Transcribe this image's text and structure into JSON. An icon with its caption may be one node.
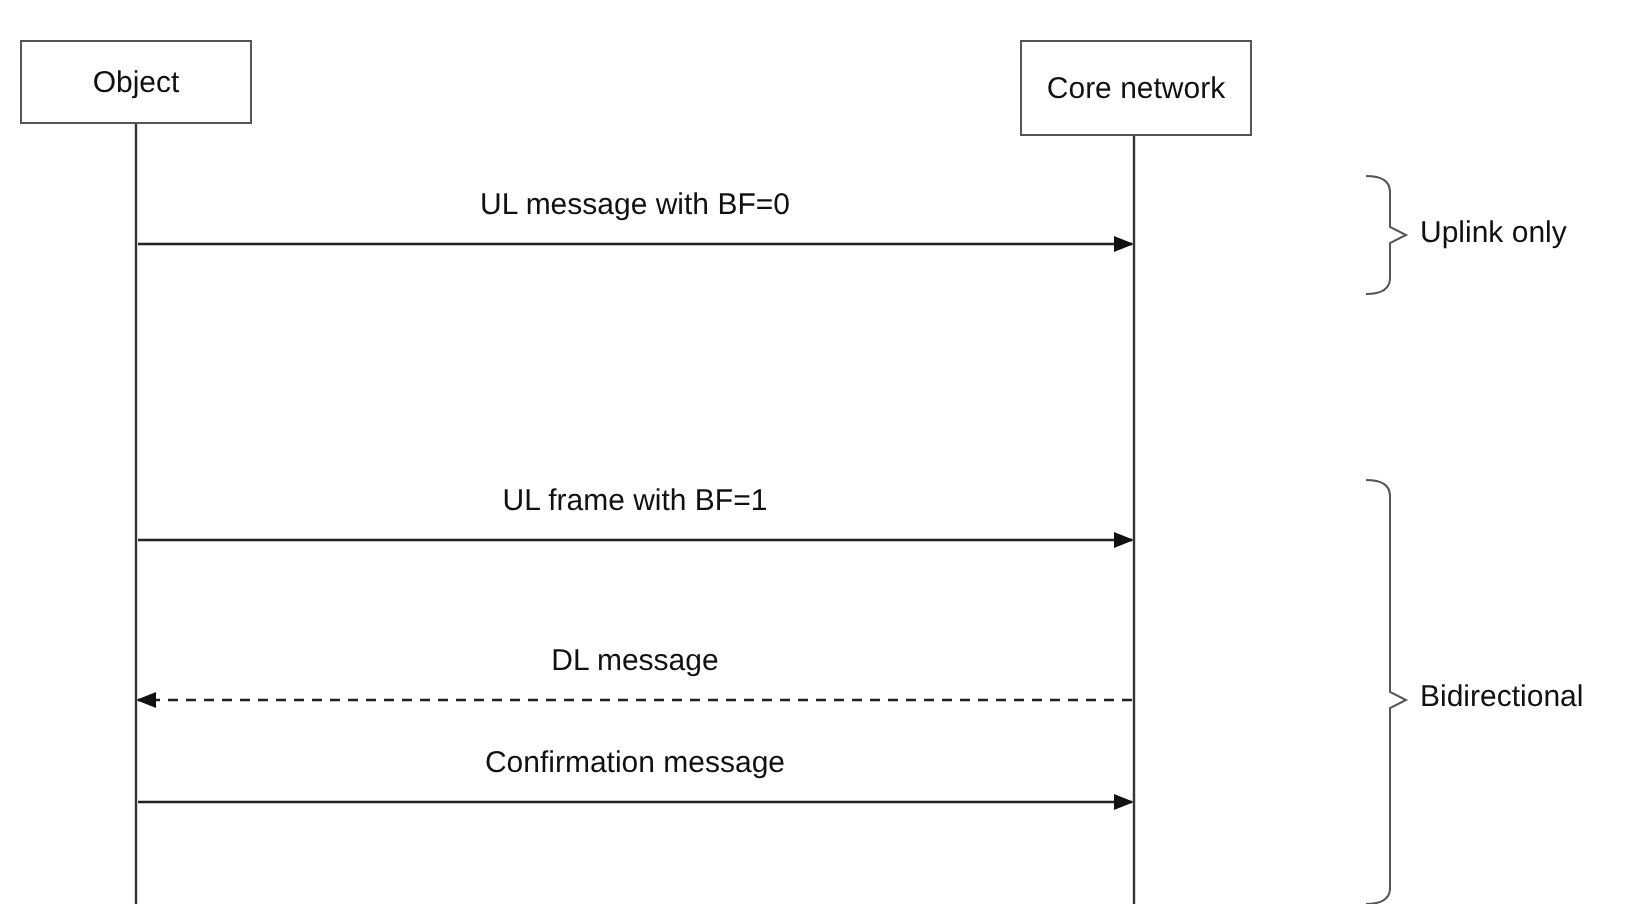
{
  "diagram": {
    "nodes": [
      {
        "text": [
          "Object"
        ]
      },
      {
        "text": [
          "Core network"
        ]
      }
    ],
    "edges": [
      {
        "from": 0,
        "to": 1,
        "arrow": "to",
        "label": "UL message with BF=0"
      },
      {
        "from": 0,
        "to": 1,
        "arrow": "to",
        "label": "UL frame with BF=1"
      },
      {
        "from": 1,
        "to": 0,
        "arrow": "to",
        "label": "DL message",
        "style": "dashed"
      },
      {
        "from": 0,
        "to": 1,
        "arrow": "to",
        "label": "Confirmation message"
      }
    ],
    "labels": [
      "Uplink only",
      "Bidirectional"
    ]
  }
}
